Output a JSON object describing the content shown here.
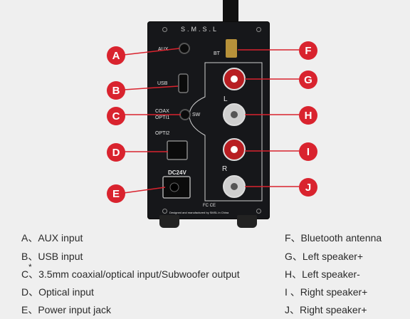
{
  "device": {
    "brand": "S.M.S.L",
    "aux_label": "AUX",
    "usb_label": "USB",
    "coax_label": "COAX",
    "opti1_label": "OPTI1",
    "sw_label": "SW",
    "opti2_label": "OPTI2",
    "dc_label": "DC24V",
    "bt_label": "BT",
    "left_label": "L",
    "right_label": "R",
    "footer": "Designed and manufactured by SMSL in China",
    "cert": "FC CE"
  },
  "callouts": [
    "A",
    "B",
    "C",
    "D",
    "E",
    "F",
    "G",
    "H",
    "I",
    "J"
  ],
  "legend": {
    "left": [
      "A、AUX input",
      "B、USB input",
      "C、3.5mm coaxial/optical input/Subwoofer output",
      "D、Optical input",
      "E、Power input jack"
    ],
    "right": [
      "F、Bluetooth antenna",
      "G、Left speaker+",
      "H、Left speaker-",
      "I 、Right speaker+",
      "J、Right speaker+"
    ],
    "asterisk": "*"
  },
  "colors": {
    "accent": "#d9232e",
    "body": "#16171a"
  }
}
